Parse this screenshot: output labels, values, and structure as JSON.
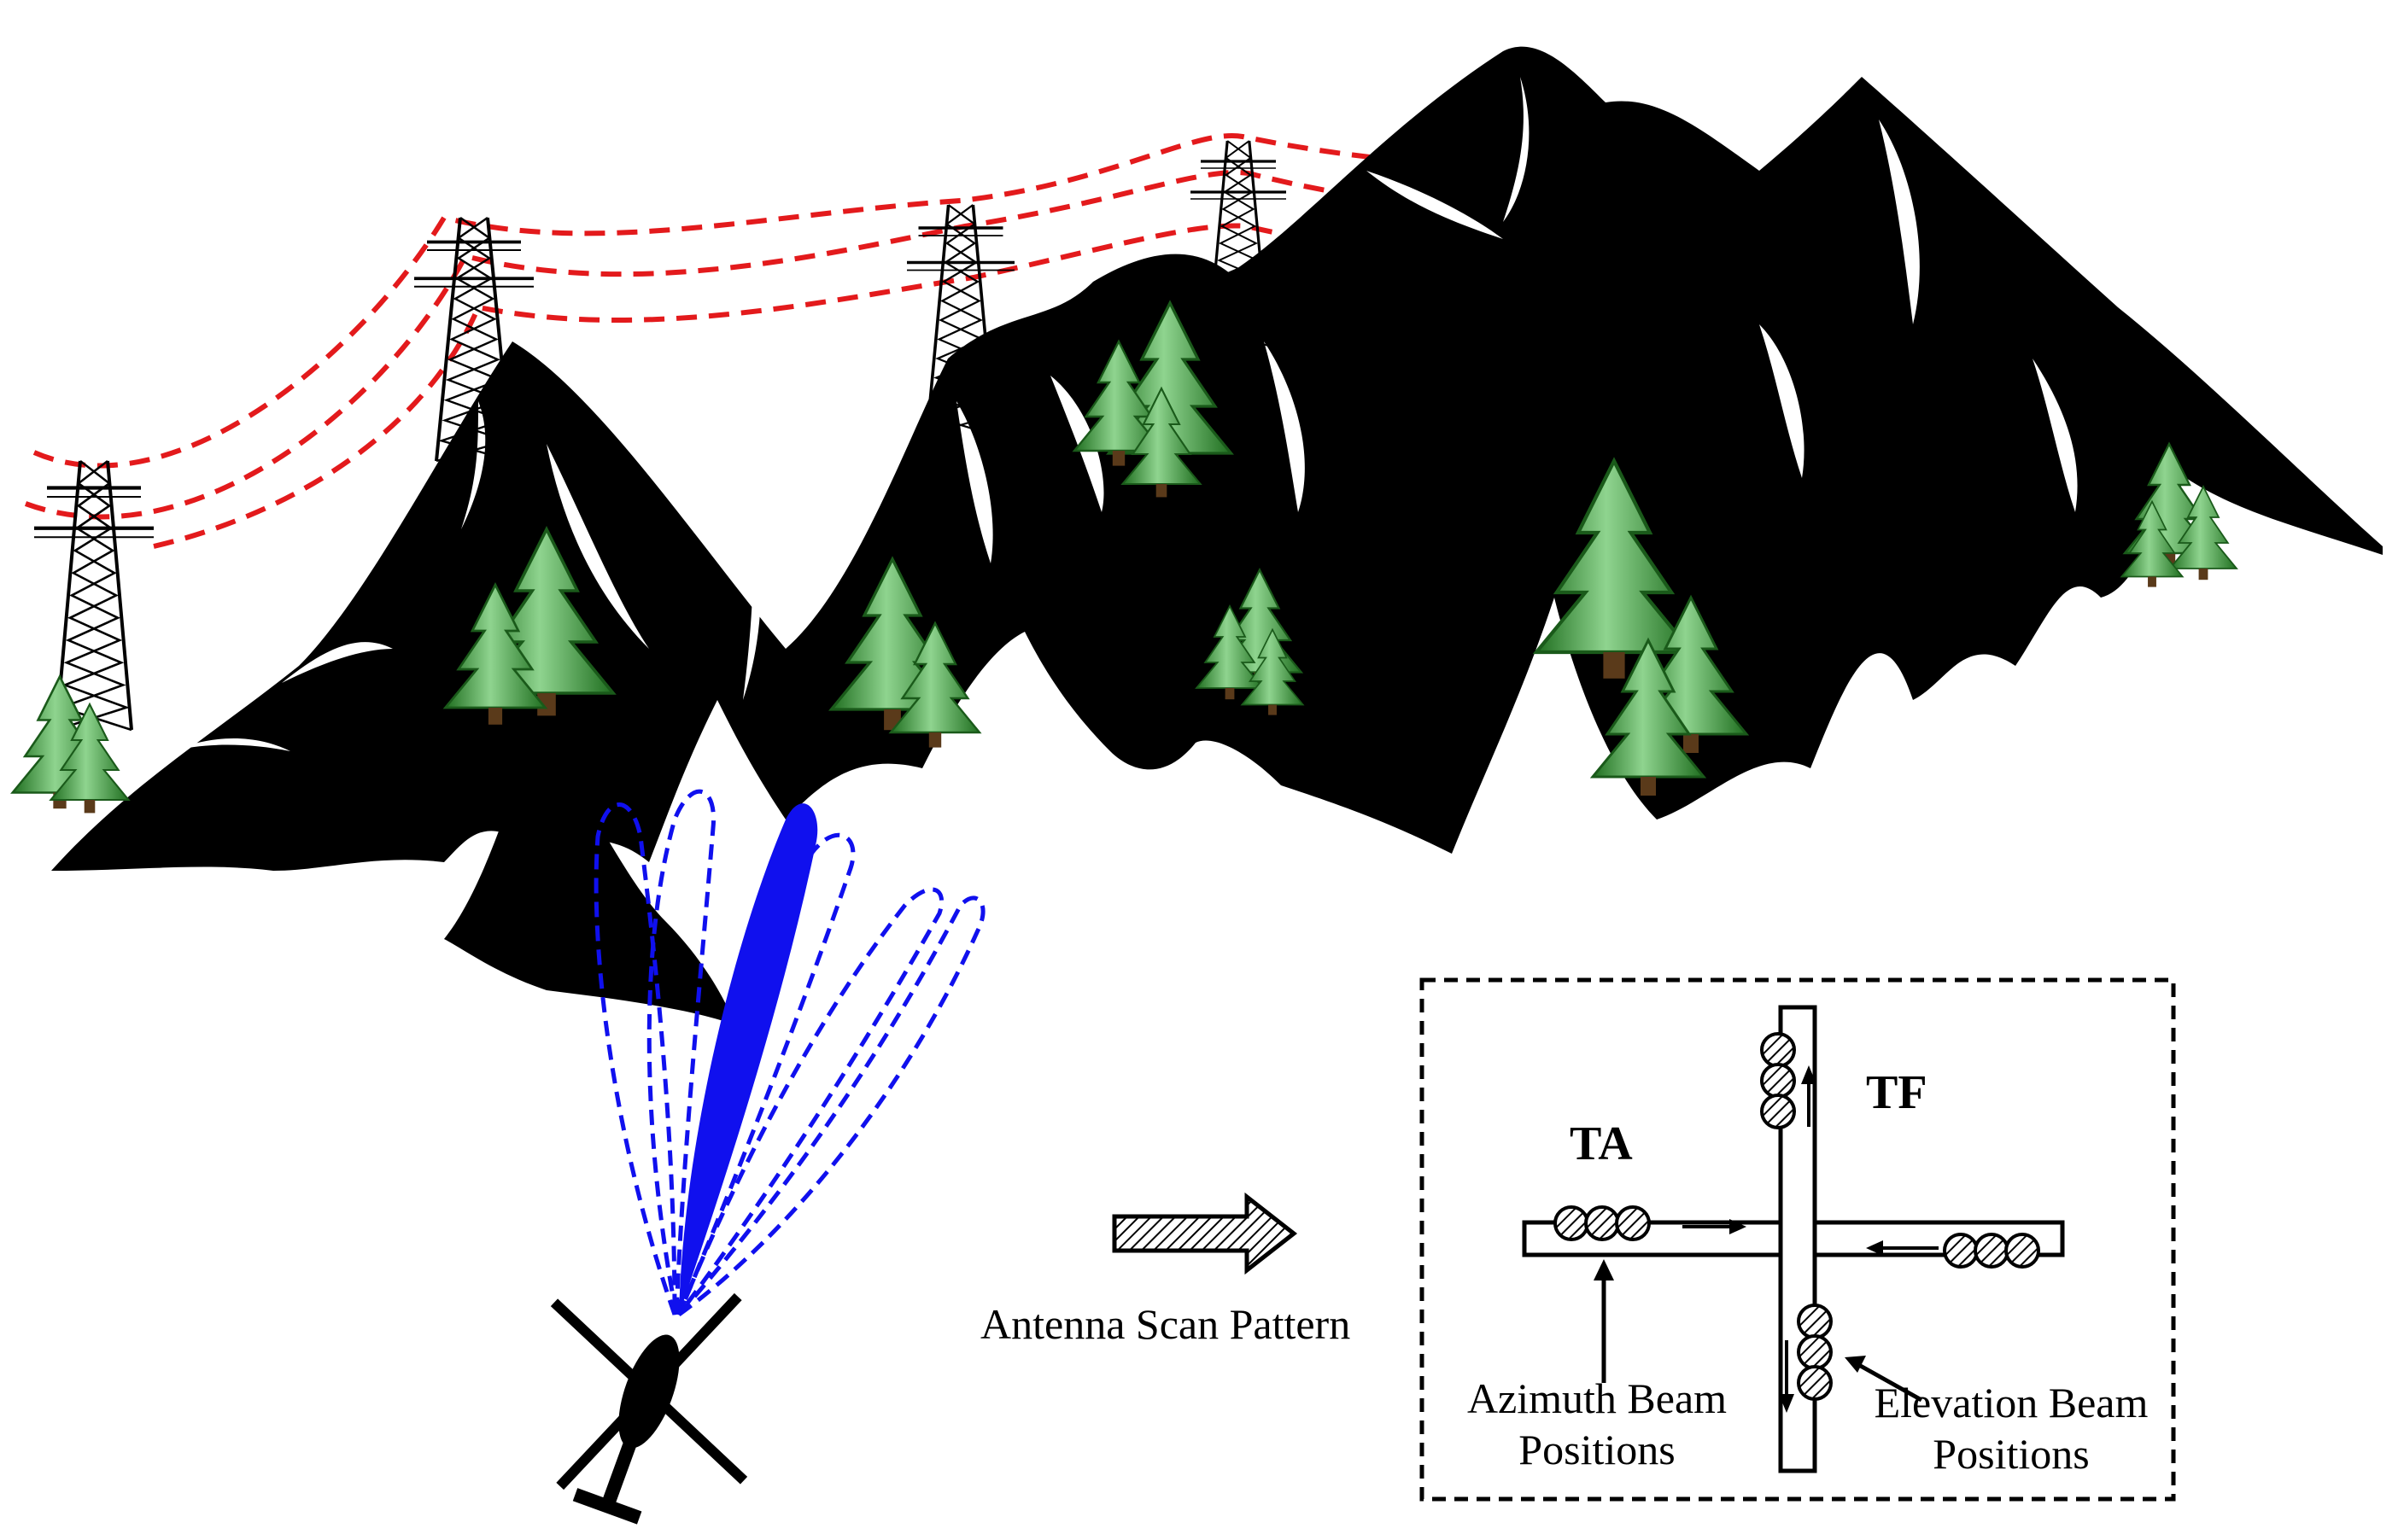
{
  "labels": {
    "scan_pattern": "Antenna Scan Pattern",
    "ta": "TA",
    "tf": "TF",
    "azimuth_line1": "Azimuth Beam",
    "azimuth_line2": "Positions",
    "elevation_line1": "Elevation Beam",
    "elevation_line2": "Positions"
  },
  "colors": {
    "mountain": "#000000",
    "power_line": "#e31a1c",
    "beam": "#1010ee",
    "tree": "#2f8a2f",
    "trunk": "#5a3a1a"
  },
  "icons": {
    "helicopter": "helicopter-icon",
    "tower": "transmission-tower-icon",
    "tree": "pine-tree-icon",
    "arrow": "hatched-arrow-icon"
  }
}
